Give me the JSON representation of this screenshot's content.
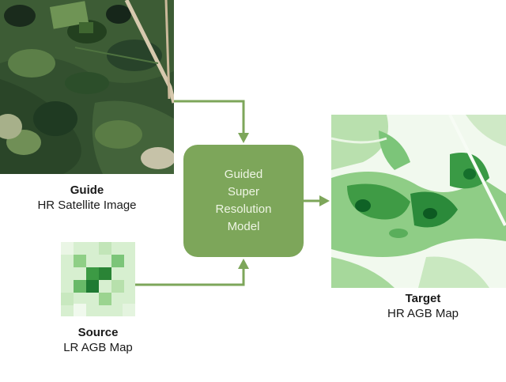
{
  "guide": {
    "title": "Guide",
    "subtitle": "HR Satellite Image",
    "icon": "satellite-image"
  },
  "source": {
    "title": "Source",
    "subtitle": "LR AGB Map",
    "icon": "low-resolution-biomass-map"
  },
  "model": {
    "label": "Guided\nSuper\nResolution\nModel",
    "color": "#7da65a"
  },
  "target": {
    "title": "Target",
    "subtitle": "HR AGB Map",
    "icon": "high-resolution-biomass-map"
  },
  "colors": {
    "arrow": "#7da65a",
    "map_green": "#1e7a32",
    "forest_dark": "#1f3a22"
  }
}
